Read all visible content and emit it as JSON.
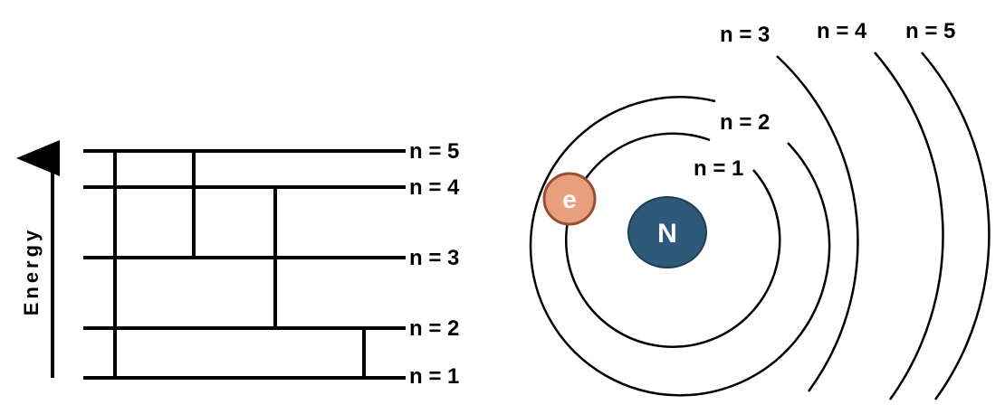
{
  "energy_diagram": {
    "axis_label": "Energy",
    "levels": [
      "n = 1",
      "n = 2",
      "n = 3",
      "n = 4",
      "n = 5"
    ]
  },
  "atom_diagram": {
    "nucleus_label": "N",
    "electron_label": "e",
    "shells": [
      "n = 1",
      "n = 2",
      "n = 3",
      "n = 4",
      "n = 5"
    ],
    "colors": {
      "nucleus": "#2e5a7a",
      "electron": "#e8a07c",
      "electron_outline": "#9a5030"
    }
  }
}
